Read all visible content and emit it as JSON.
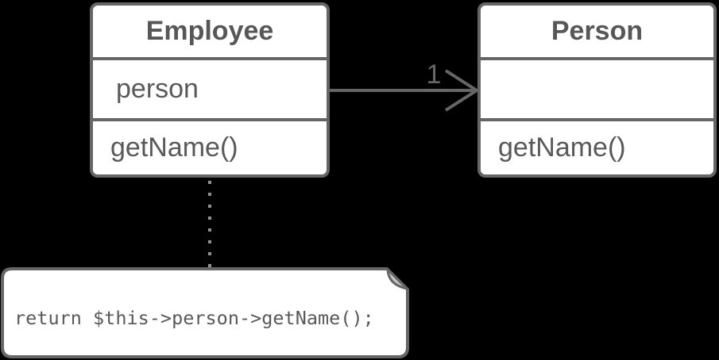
{
  "diagram_type": "uml-class-diagram",
  "classes": [
    {
      "name": "Employee",
      "attributes": [
        "person"
      ],
      "methods": [
        "getName()"
      ]
    },
    {
      "name": "Person",
      "attributes": [],
      "methods": [
        "getName()"
      ]
    }
  ],
  "association": {
    "from": "Employee",
    "to": "Person",
    "multiplicity": "1",
    "arrow_style": "open-arrowhead"
  },
  "note": {
    "text": "return $this->person->getName();",
    "attached_to": "Employee",
    "connector_style": "dotted"
  },
  "colors": {
    "background": "#000000",
    "shape_fill": "#ffffff",
    "stroke": "#666666",
    "text": "#595959",
    "dotted_connector": "#8f8f8f",
    "note_fold": "#c9c9c9"
  }
}
